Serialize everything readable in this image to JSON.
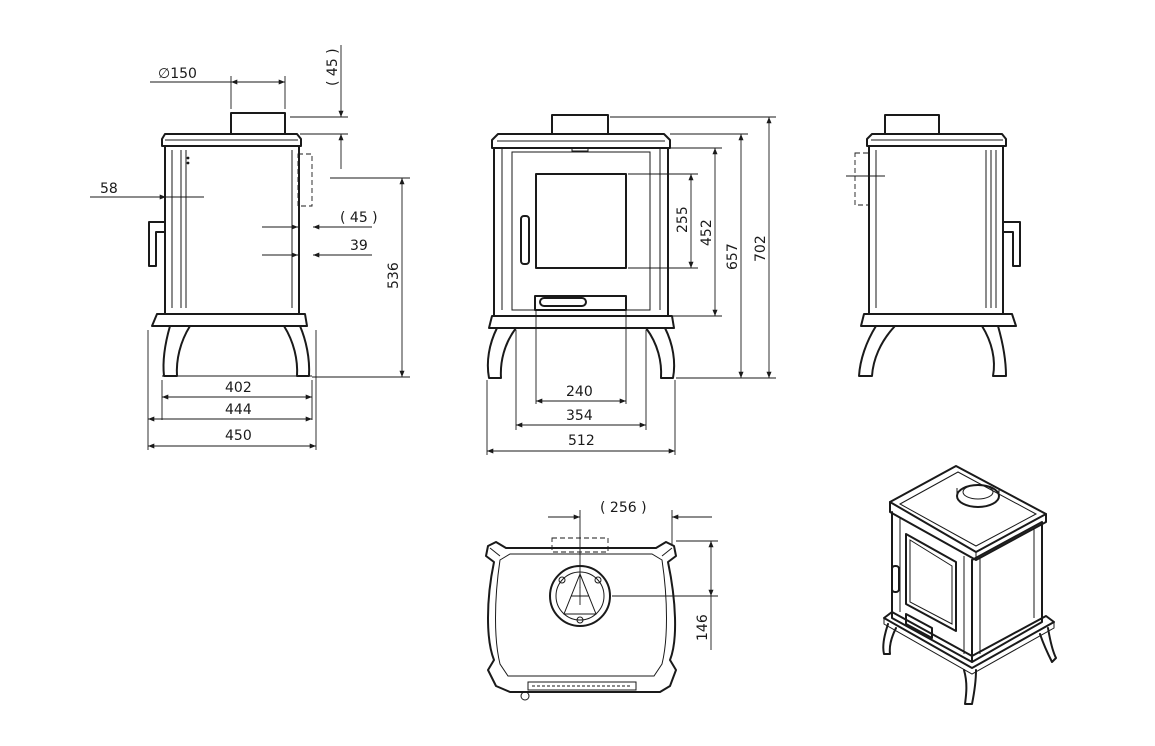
{
  "dimensions": {
    "flue_diameter": "∅150",
    "flue_height": "( 45 )",
    "side_offset": "58",
    "outlet_depth": "( 45 )",
    "outlet_offset": "39",
    "side_height": "536",
    "side_width_402": "402",
    "side_width_444": "444",
    "side_width_450": "450",
    "window_height": "255",
    "door_height": "452",
    "body_height": "657",
    "total_height": "702",
    "window_width": "240",
    "inner_width": "354",
    "total_width": "512",
    "top_outlet_width": "( 256 )",
    "top_outlet_depth": "146"
  }
}
